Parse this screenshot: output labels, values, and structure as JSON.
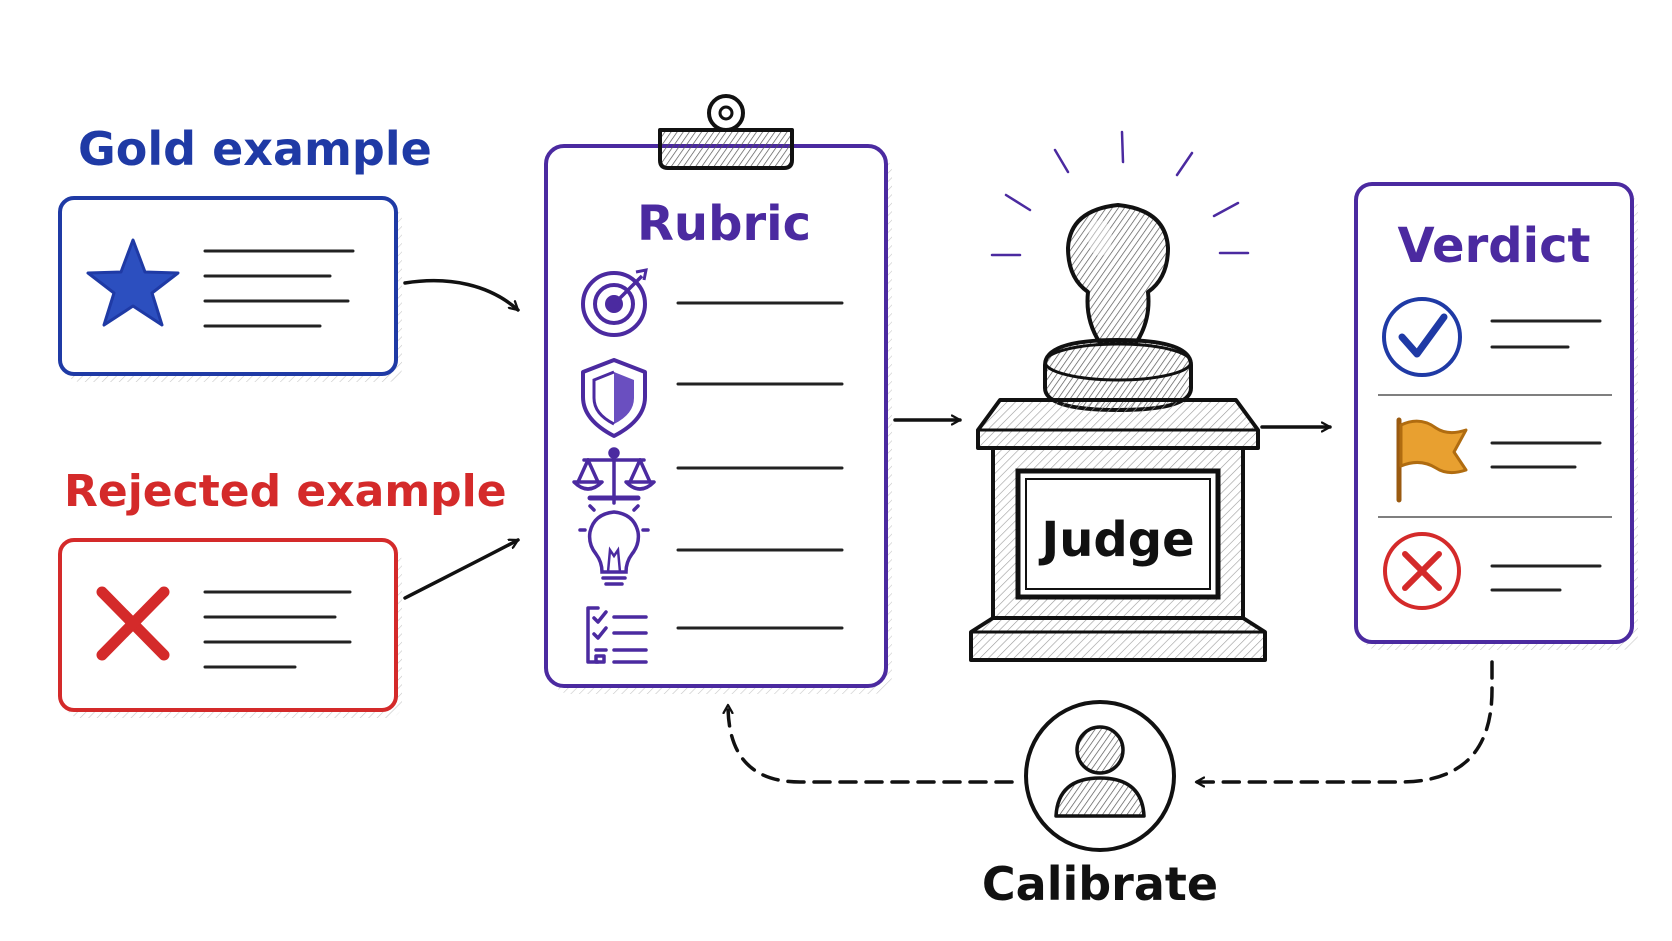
{
  "gold": {
    "label": "Gold example",
    "color": "#1f3aa5"
  },
  "rejected": {
    "label": "Rejected example",
    "color": "#d42a2a"
  },
  "rubric": {
    "title": "Rubric",
    "color": "#4b2aa0",
    "criteria": [
      {
        "icon": "target-icon"
      },
      {
        "icon": "shield-icon"
      },
      {
        "icon": "scales-icon"
      },
      {
        "icon": "lightbulb-icon"
      },
      {
        "icon": "checklist-icon"
      }
    ]
  },
  "judge": {
    "label": "Judge"
  },
  "verdict": {
    "title": "Verdict",
    "color": "#4b2aa0",
    "outcomes": [
      {
        "icon": "check-circle-icon",
        "color": "#1f3aa5"
      },
      {
        "icon": "flag-icon",
        "color": "#e8a030"
      },
      {
        "icon": "x-circle-icon",
        "color": "#d42a2a"
      }
    ]
  },
  "calibrate": {
    "label": "Calibrate",
    "icon": "person-icon"
  }
}
